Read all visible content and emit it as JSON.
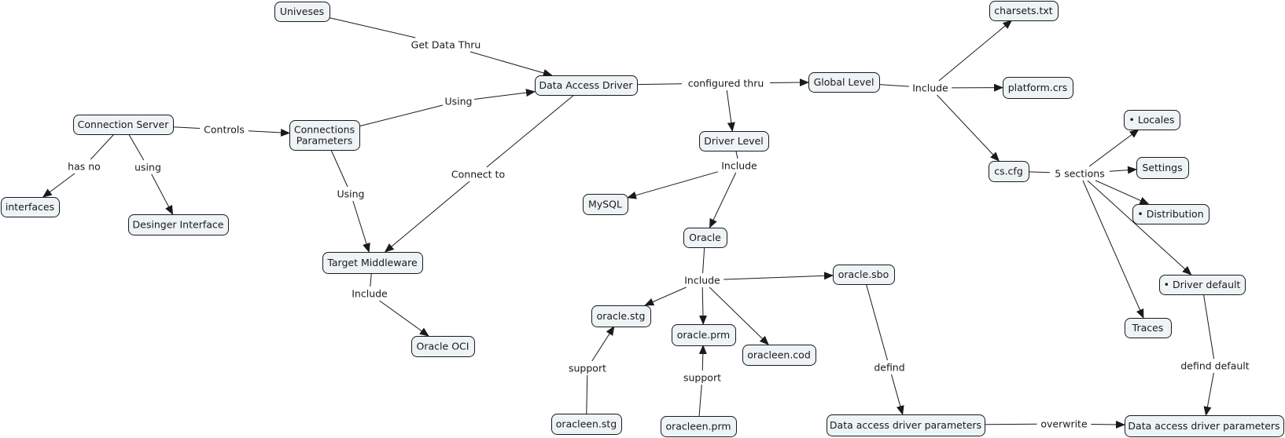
{
  "title": "Connection Server concept map",
  "colors": {
    "node_fill": "#eef3f5",
    "node_stroke": "#1a1a1a",
    "text": "#1a1a1a",
    "background": "#ffffff"
  },
  "nodes": [
    {
      "id": "univeses",
      "label": "Univeses"
    },
    {
      "id": "connection-server",
      "label": "Connection Server"
    },
    {
      "id": "connections-parameters",
      "label": "Connections\nParameters"
    },
    {
      "id": "data-access-driver",
      "label": "Data Access Driver"
    },
    {
      "id": "interfaces",
      "label": "interfaces"
    },
    {
      "id": "desinger-interface",
      "label": "Desinger Interface"
    },
    {
      "id": "target-middleware",
      "label": "Target Middleware"
    },
    {
      "id": "oracle-oci",
      "label": "Oracle OCI"
    },
    {
      "id": "global-level",
      "label": "Global Level"
    },
    {
      "id": "driver-level",
      "label": "Driver Level"
    },
    {
      "id": "mysql",
      "label": "MySQL"
    },
    {
      "id": "oracle",
      "label": "Oracle"
    },
    {
      "id": "oracle-stg",
      "label": "oracle.stg"
    },
    {
      "id": "oracle-prm",
      "label": "oracle.prm"
    },
    {
      "id": "oracleen-cod",
      "label": "oracleen.cod"
    },
    {
      "id": "oracle-sbo",
      "label": "oracle.sbo"
    },
    {
      "id": "oracleen-stg",
      "label": "oracleen.stg"
    },
    {
      "id": "oracleen-prm",
      "label": "oracleen.prm"
    },
    {
      "id": "dadp-left",
      "label": "Data access driver parameters"
    },
    {
      "id": "dadp-right",
      "label": "Data access driver parameters"
    },
    {
      "id": "charsets",
      "label": "charsets.txt"
    },
    {
      "id": "platform",
      "label": "platform.crs"
    },
    {
      "id": "cs-cfg",
      "label": "cs.cfg"
    },
    {
      "id": "locales",
      "label": "• Locales"
    },
    {
      "id": "settings",
      "label": "Settings"
    },
    {
      "id": "distribution",
      "label": "• Distribution"
    },
    {
      "id": "driver-default",
      "label": "• Driver default"
    },
    {
      "id": "traces",
      "label": "Traces"
    }
  ],
  "links": [
    {
      "id": "get-data-thru",
      "label": "Get Data Thru",
      "from": [
        "univeses"
      ],
      "to": [
        "data-access-driver"
      ]
    },
    {
      "id": "controls",
      "label": "Controls",
      "from": [
        "connection-server"
      ],
      "to": [
        "connections-parameters"
      ]
    },
    {
      "id": "has-no",
      "label": "has no",
      "from": [
        "connection-server"
      ],
      "to": [
        "interfaces"
      ]
    },
    {
      "id": "using-designer",
      "label": "using",
      "from": [
        "connection-server"
      ],
      "to": [
        "desinger-interface"
      ]
    },
    {
      "id": "using-dad",
      "label": "Using",
      "from": [
        "connections-parameters"
      ],
      "to": [
        "data-access-driver"
      ]
    },
    {
      "id": "using-tm",
      "label": "Using",
      "from": [
        "connections-parameters"
      ],
      "to": [
        "target-middleware"
      ]
    },
    {
      "id": "connect-to",
      "label": "Connect to",
      "from": [
        "data-access-driver"
      ],
      "to": [
        "target-middleware"
      ]
    },
    {
      "id": "include-tm",
      "label": "Include",
      "from": [
        "target-middleware"
      ],
      "to": [
        "oracle-oci"
      ]
    },
    {
      "id": "configured-thru",
      "label": "configured thru",
      "from": [
        "data-access-driver"
      ],
      "to": [
        "global-level",
        "driver-level"
      ]
    },
    {
      "id": "include-driver",
      "label": "Include",
      "from": [
        "driver-level"
      ],
      "to": [
        "mysql",
        "oracle"
      ]
    },
    {
      "id": "include-oracle",
      "label": "Include",
      "from": [
        "oracle"
      ],
      "to": [
        "oracle-stg",
        "oracle-prm",
        "oracleen-cod",
        "oracle-sbo"
      ]
    },
    {
      "id": "support-stg",
      "label": "support",
      "from": [
        "oracleen-stg"
      ],
      "to": [
        "oracle-stg"
      ]
    },
    {
      "id": "support-prm",
      "label": "support",
      "from": [
        "oracleen-prm"
      ],
      "to": [
        "oracle-prm"
      ]
    },
    {
      "id": "defind",
      "label": "defind",
      "from": [
        "oracle-sbo"
      ],
      "to": [
        "dadp-left"
      ]
    },
    {
      "id": "overwrite",
      "label": "overwrite",
      "from": [
        "dadp-left"
      ],
      "to": [
        "dadp-right"
      ]
    },
    {
      "id": "include-global",
      "label": "Include",
      "from": [
        "global-level"
      ],
      "to": [
        "charsets",
        "platform",
        "cs-cfg"
      ]
    },
    {
      "id": "five-sections",
      "label": "5 sections",
      "from": [
        "cs-cfg"
      ],
      "to": [
        "locales",
        "settings",
        "distribution",
        "driver-default",
        "traces"
      ]
    },
    {
      "id": "defind-default",
      "label": "defind default",
      "from": [
        "driver-default"
      ],
      "to": [
        "dadp-right"
      ]
    }
  ]
}
